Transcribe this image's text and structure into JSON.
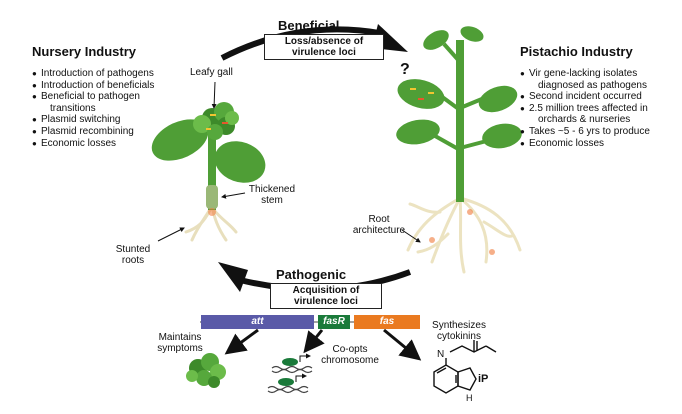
{
  "top_cycle": {
    "title": "Beneficial",
    "box": "Loss/absence of virulence loci"
  },
  "bottom_cycle": {
    "title": "Pathogenic",
    "box": "Acquisition of virulence loci"
  },
  "nursery": {
    "title": "Nursery Industry",
    "items": [
      "Introduction of pathogens",
      "Introduction of beneficials",
      "Beneficial to pathogen",
      "transitions",
      "Plasmid switching",
      "Plasmid recombining",
      "Economic losses"
    ]
  },
  "pistachio": {
    "title": "Pistachio Industry",
    "items": [
      "Vir gene-lacking isolates",
      "diagnosed as pathogens",
      "Second incident occurred",
      "2.5 million trees affected in",
      "orchards & nurseries",
      "Takes ~5 - 6 yrs to produce",
      "Economic losses"
    ]
  },
  "labels": {
    "leafy_gall": "Leafy gall",
    "thickened_stem": "Thickened stem",
    "stunted_roots": "Stunted roots",
    "root_architecture": "Root architecture",
    "question": "?",
    "maintains": "Maintains symptoms",
    "coopts": "Co-opts chromosome",
    "synthesizes": "Synthesizes cytokinins",
    "ip": "iP",
    "nh": "N",
    "h": "H"
  },
  "genes": {
    "att": "att",
    "fasR": "fasR",
    "fas": "fas"
  },
  "colors": {
    "att": "#5a5aa8",
    "fasR": "#1a7a3a",
    "fas": "#ea7a20",
    "plant": "#4f9e36",
    "root": "#ede4c2"
  }
}
